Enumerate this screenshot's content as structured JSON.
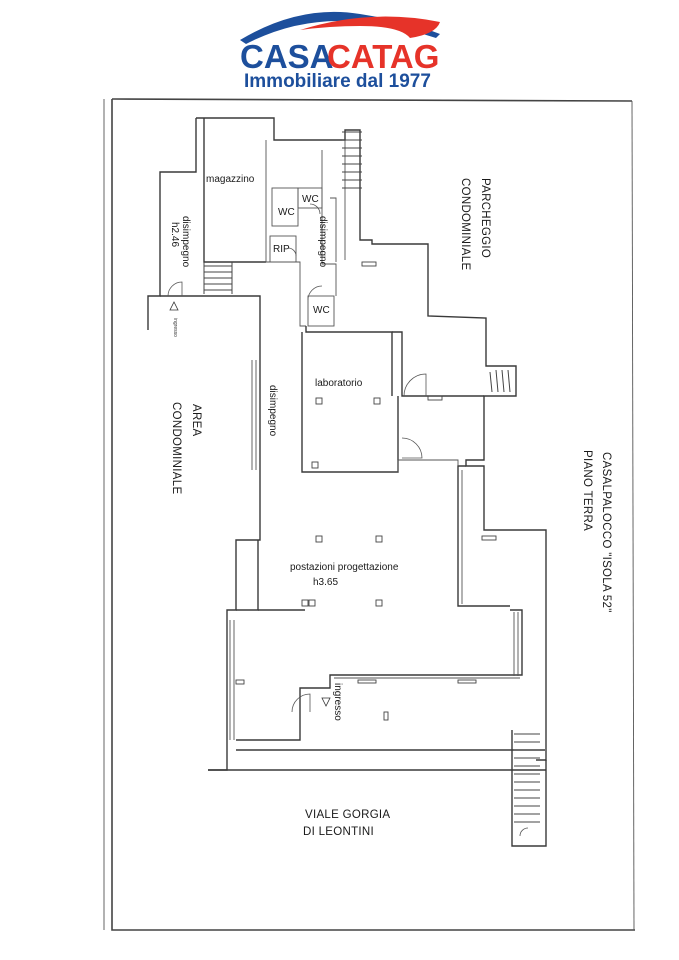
{
  "logo": {
    "brand_part1": "CASA",
    "brand_part2": "CATAG",
    "tagline": "Immobiliare dal 1977",
    "color_red": "#e63329",
    "color_blue": "#1d4f9c"
  },
  "plan": {
    "rooms": {
      "magazzino": "magazzino",
      "wc_1": "WC",
      "wc_2": "WC",
      "wc_3": "WC",
      "rip": "RIP",
      "disimpegno_wc": "disimpegno",
      "disimpegno_store": "disimpegno",
      "disimpegno_store_height": "h2.46",
      "laboratorio": "laboratorio",
      "disimpegno_corridor": "disimpegno",
      "postazioni": "postazioni progettazione",
      "postazioni_height": "h3.65",
      "ingresso_main": "ingresso",
      "ingresso_side": "ingresso"
    },
    "areas": {
      "parcheggio_line1": "PARCHEGGIO",
      "parcheggio_line2": "CONDOMINIALE",
      "area_line1": "AREA",
      "area_line2": "CONDOMINIALE",
      "street_line1": "VIALE GORGIA",
      "street_line2": "DI LEONTINI"
    },
    "title": {
      "line1": "CASALPALOCCO \"ISOLA 52\"",
      "line2": "PIANO TERRA"
    }
  }
}
